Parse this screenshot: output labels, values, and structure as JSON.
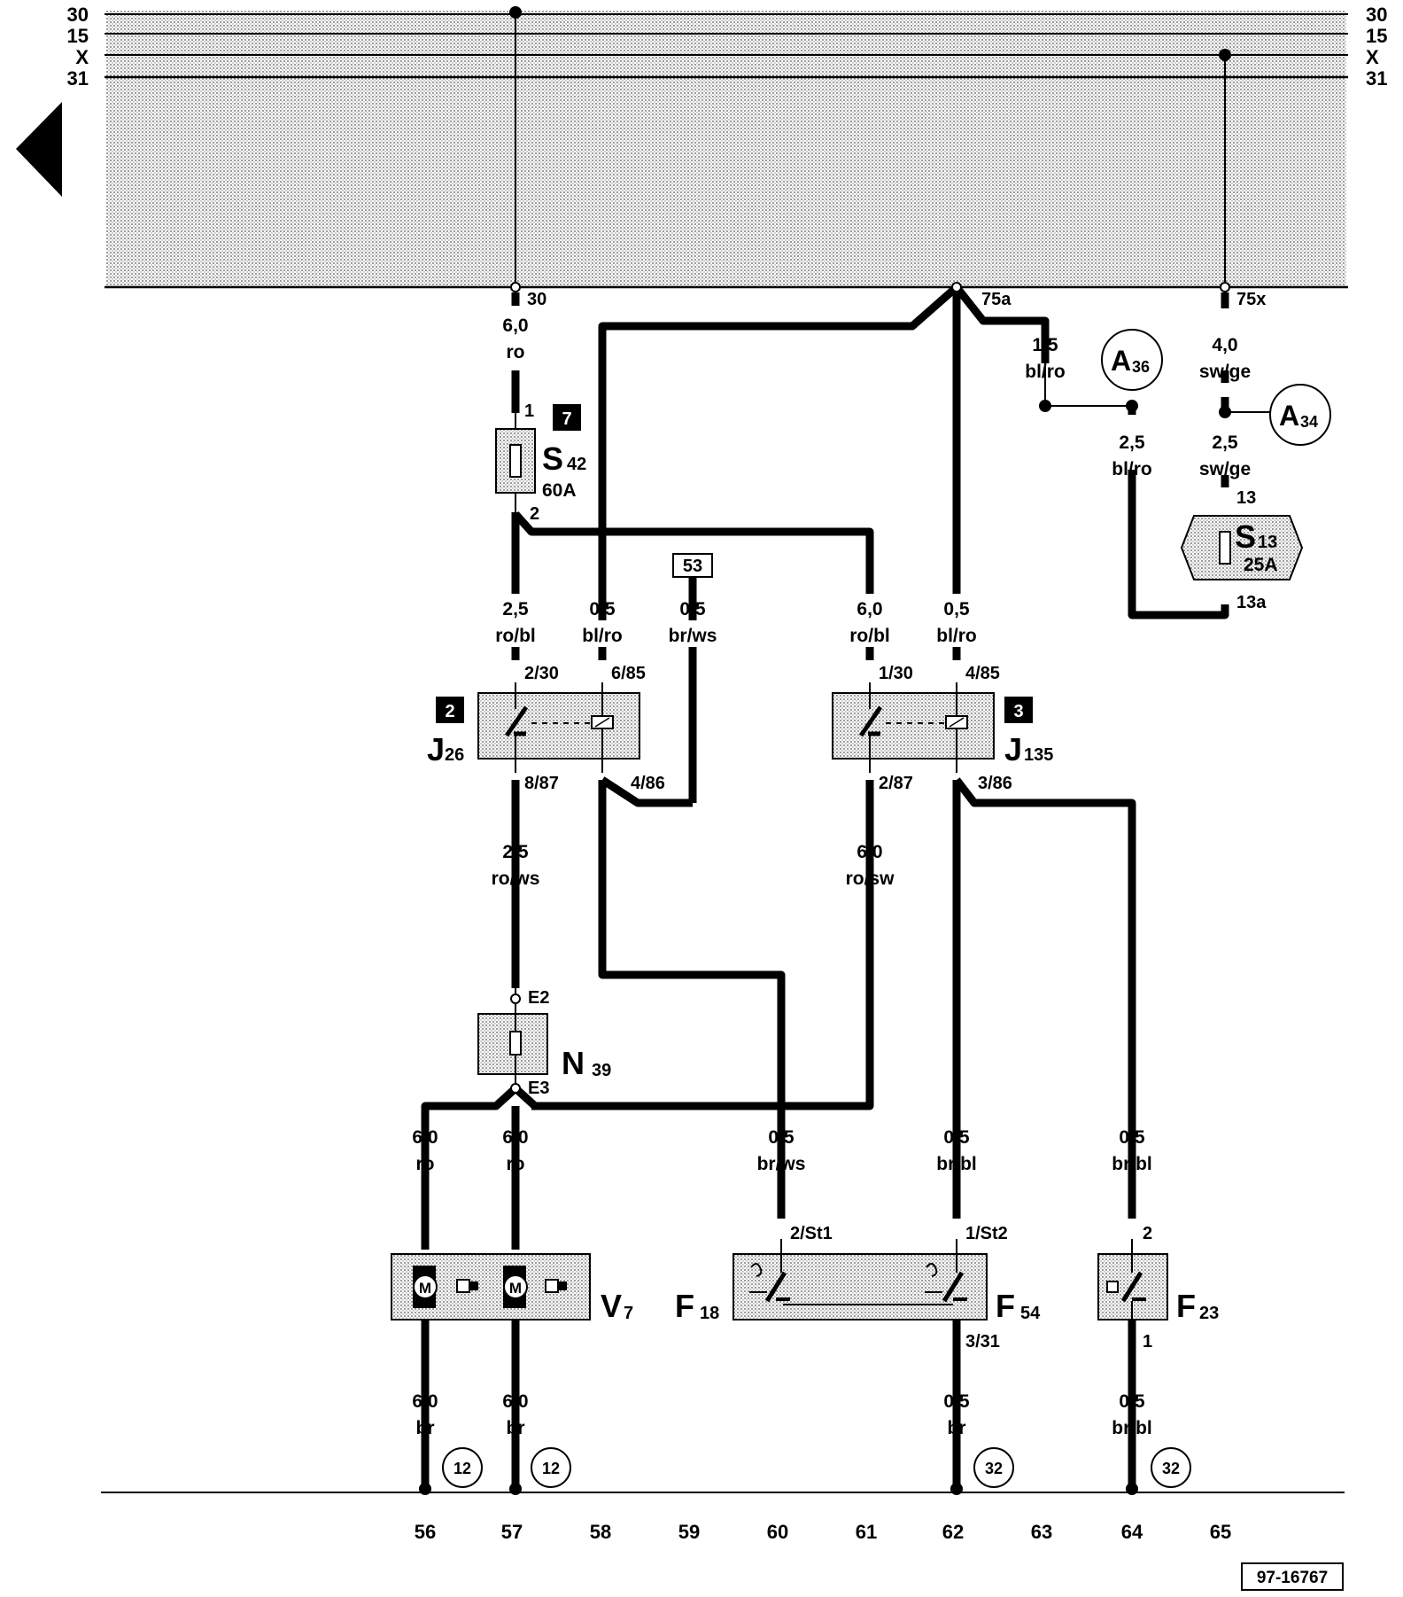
{
  "rails": {
    "left": [
      "30",
      "15",
      "X",
      "31"
    ],
    "right": [
      "30",
      "15",
      "X",
      "31"
    ]
  },
  "icons": {
    "nav_arrow": "left-triangle-arrow-icon",
    "relay": "relay-contact-icon",
    "motor": "motor-M-icon",
    "fuse": "fuse-icon",
    "switch": "thermal-switch-icon"
  },
  "colors": {
    "line": "#000000",
    "shade": "#d9d9d9",
    "paper": "#ffffff"
  },
  "terminals": {
    "t30": "30",
    "t75a": "75a",
    "t75x": "75x",
    "s42_1": "1",
    "s42_2": "2",
    "s13_13": "13",
    "s13_13a": "13a",
    "j26_230": "2/30",
    "j26_685": "6/85",
    "j26_887": "8/87",
    "j26_486": "4/86",
    "j135_130": "1/30",
    "j135_485": "4/85",
    "j135_287": "2/87",
    "j135_386": "3/86",
    "n39_e2": "E2",
    "n39_e3": "E3",
    "f18_2st1": "2/St1",
    "f54_1st2": "1/St2",
    "f54_331": "3/31",
    "f23_2": "2",
    "f23_1": "1",
    "box53": "53"
  },
  "wires": {
    "w30": [
      "6,0",
      "ro"
    ],
    "w75a": [
      "1,5",
      "bl/ro"
    ],
    "w75x": [
      "4,0",
      "sw/ge"
    ],
    "wa36": [
      "2,5",
      "bl/ro"
    ],
    "wa34": [
      "2,5",
      "sw/ge"
    ],
    "wj26a": [
      "2,5",
      "ro/bl"
    ],
    "wj26b": [
      "0,5",
      "bl/ro"
    ],
    "w53": [
      "0,5",
      "br/ws"
    ],
    "wj135a": [
      "6,0",
      "ro/bl"
    ],
    "wj135b": [
      "0,5",
      "bl/ro"
    ],
    "wj26out": [
      "2,5",
      "ro/ws"
    ],
    "wj135out": [
      "6,0",
      "ro/sw"
    ],
    "wv7a": [
      "6,0",
      "ro"
    ],
    "wv7b": [
      "6,0",
      "ro"
    ],
    "wf18": [
      "0,5",
      "br/ws"
    ],
    "wf54": [
      "0,5",
      "br/bl"
    ],
    "wf23": [
      "0,5",
      "br/bl"
    ],
    "g56": [
      "6,0",
      "br"
    ],
    "g57": [
      "6,0",
      "br"
    ],
    "g62": [
      "0,5",
      "br"
    ],
    "g64": [
      "0,5",
      "br/bl"
    ]
  },
  "components": {
    "S42": {
      "letter": "S",
      "num": "42",
      "rating": "60A",
      "badge": "7"
    },
    "S13": {
      "letter": "S",
      "num": "13",
      "rating": "25A"
    },
    "J26": {
      "letter": "J",
      "num": "26",
      "badge": "2"
    },
    "J135": {
      "letter": "J",
      "num": "135",
      "badge": "3"
    },
    "N39": {
      "letter": "N",
      "num": "39"
    },
    "V7": {
      "letter": "V",
      "num": "7"
    },
    "F18": {
      "letter": "F",
      "num": "18"
    },
    "F54": {
      "letter": "F",
      "num": "54"
    },
    "F23": {
      "letter": "F",
      "num": "23"
    }
  },
  "refs": {
    "A36": {
      "letter": "A",
      "num": "36"
    },
    "A34": {
      "letter": "A",
      "num": "34"
    }
  },
  "grounds": {
    "g56": "12",
    "g57": "12",
    "g62": "32",
    "g64": "32"
  },
  "columns": [
    "56",
    "57",
    "58",
    "59",
    "60",
    "61",
    "62",
    "63",
    "64",
    "65"
  ],
  "figure_id": "97-16767"
}
